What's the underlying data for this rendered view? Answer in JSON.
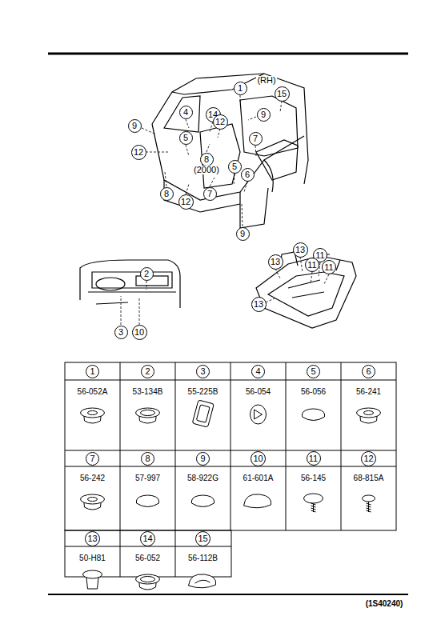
{
  "diagram": {
    "labels": [
      "1",
      "(RH)",
      "15",
      "4",
      "14",
      "9",
      "12",
      "9",
      "5",
      "7",
      "12",
      "8",
      "(2000)",
      "5",
      "6",
      "8",
      "7",
      "12",
      "9",
      "2",
      "3",
      "10",
      "13",
      "11",
      "13",
      "11",
      "11",
      "13",
      "1",
      "2",
      "3",
      "4",
      "5",
      "6",
      "56-052A",
      "53-134B",
      "55-225B",
      "56-054",
      "56-056",
      "56-241",
      "7",
      "8",
      "9",
      "10",
      "11",
      "12",
      "56-242",
      "57-997",
      "58-922G",
      "61-601A",
      "56-145",
      "68-815A",
      "13",
      "14",
      "15",
      "50-H81",
      "56-052",
      "56-112B",
      "(1S40240)"
    ]
  }
}
